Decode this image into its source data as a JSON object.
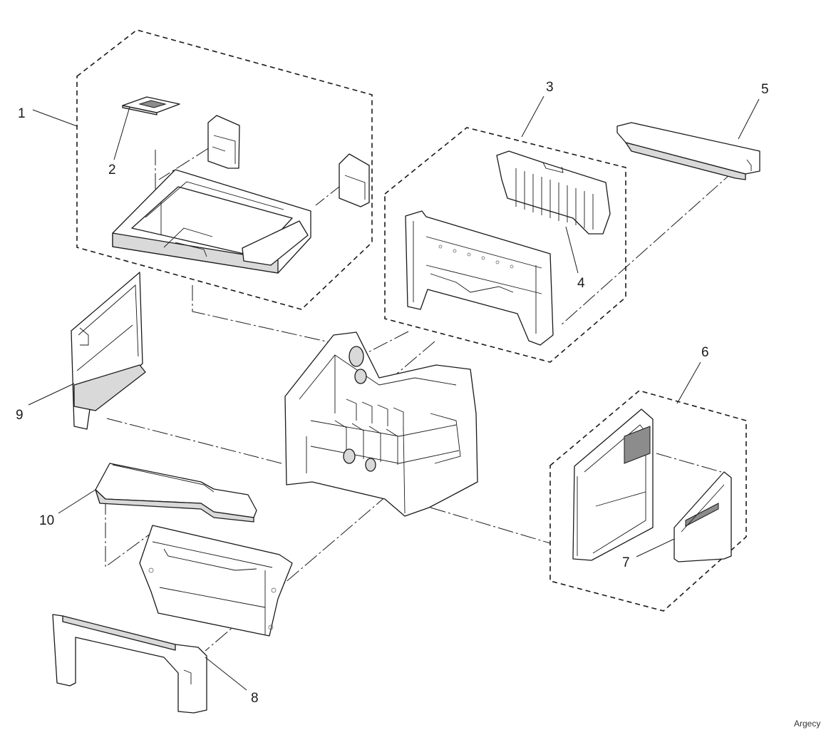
{
  "diagram": {
    "callouts": [
      {
        "id": "1",
        "label": "1"
      },
      {
        "id": "2",
        "label": "2"
      },
      {
        "id": "3",
        "label": "3"
      },
      {
        "id": "4",
        "label": "4"
      },
      {
        "id": "5",
        "label": "5"
      },
      {
        "id": "6",
        "label": "6"
      },
      {
        "id": "7",
        "label": "7"
      },
      {
        "id": "8",
        "label": "8"
      },
      {
        "id": "9",
        "label": "9"
      },
      {
        "id": "10",
        "label": "10"
      }
    ],
    "watermark": "Argecy"
  },
  "colors": {
    "line": "#1a1a1a",
    "fill": "#ffffff",
    "shade": "#d9d9d9"
  }
}
